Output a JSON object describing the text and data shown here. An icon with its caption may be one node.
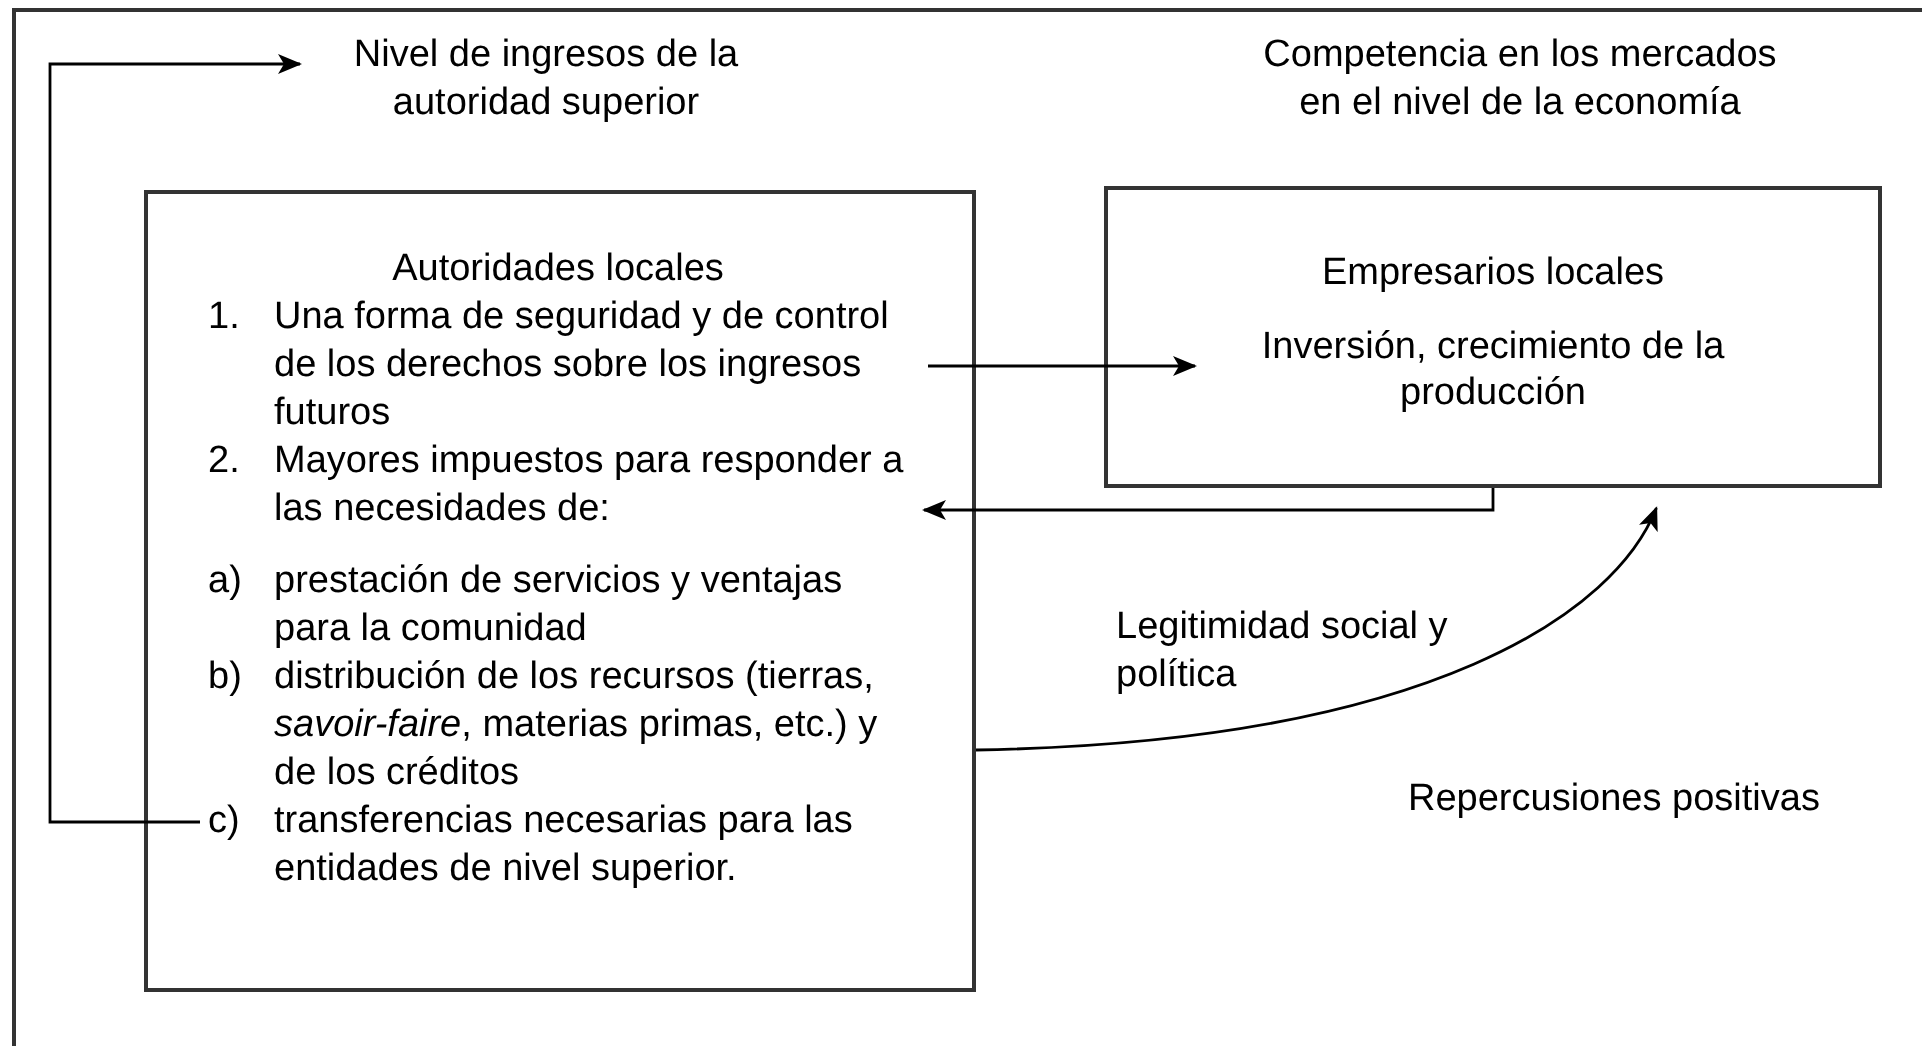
{
  "diagram": {
    "nodes": [
      {
        "text": [
          "Nivel de ingresos de la autoridad superior"
        ]
      },
      {
        "text": [
          "Autoridades locales"
        ]
      },
      {
        "text": [
          "1. Una forma de seguridad y de control de los derechos sobre los ingresos futuros"
        ],
        "in": 1
      },
      {
        "text": [
          "2. Mayores impuestos para responder a las necesidades de:"
        ],
        "in": 1
      },
      {
        "text": [
          "a) prestación de servicios y ventajas para la comunidad"
        ],
        "in": 1
      },
      {
        "text": [
          "b) distribución de los recursos (tierras, *savoir-faire*, materias primas, etc.) y de los créditos"
        ],
        "in": 1
      },
      {
        "text": [
          "c) transferencias necesarias para las entidades de nivel superior."
        ],
        "in": 1
      },
      {
        "text": [
          "Empresarios locales",
          "Inversión, crecimiento de la producción"
        ]
      }
    ],
    "edges": [
      {
        "from": 6,
        "to": 0,
        "arrow": "to"
      },
      {
        "from": 2,
        "to": 7,
        "arrow": "to"
      },
      {
        "from": 7,
        "to": 3,
        "arrow": "to"
      },
      {
        "from": 5,
        "to": 7,
        "arrow": "to"
      }
    ],
    "labels": [
      "Competencia en los mercados en el nivel de la economía",
      "Legitimidad social y política",
      "Repercusiones positivas"
    ]
  }
}
